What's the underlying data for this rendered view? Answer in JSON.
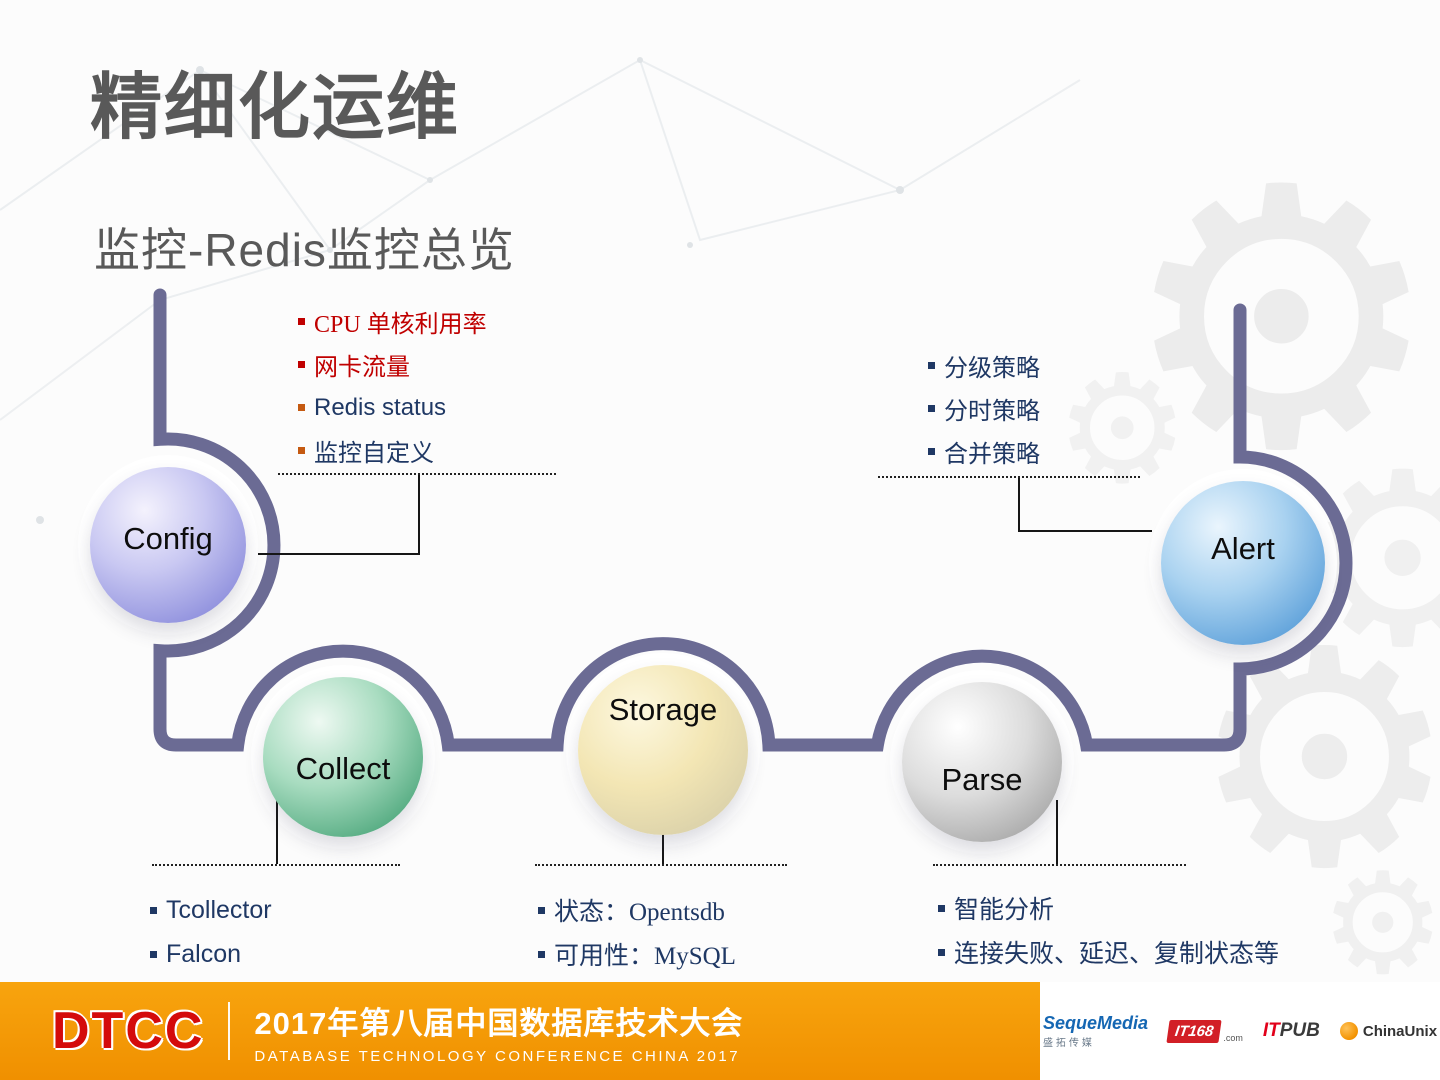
{
  "slide": {
    "title": "精细化运维",
    "subtitle": "监控-Redis监控总览"
  },
  "nodes": [
    {
      "id": "config",
      "label": "Config"
    },
    {
      "id": "collect",
      "label": "Collect"
    },
    {
      "id": "storage",
      "label": "Storage"
    },
    {
      "id": "parse",
      "label": "Parse"
    },
    {
      "id": "alert",
      "label": "Alert"
    }
  ],
  "lists": {
    "config": {
      "items": [
        {
          "text": "CPU 单核利用率",
          "tone": "red"
        },
        {
          "text": "网卡流量",
          "tone": "red"
        },
        {
          "text": "Redis status",
          "tone": "navy"
        },
        {
          "text": "监控自定义",
          "tone": "navy"
        }
      ]
    },
    "alert": {
      "items": [
        {
          "text": "分级策略",
          "tone": "navy"
        },
        {
          "text": "分时策略",
          "tone": "navy"
        },
        {
          "text": "合并策略",
          "tone": "navy"
        }
      ]
    },
    "collect": {
      "items": [
        {
          "text": "Tcollector",
          "tone": "navy"
        },
        {
          "text": "Falcon",
          "tone": "navy"
        }
      ]
    },
    "storage": {
      "items": [
        {
          "text": "状态：Opentsdb",
          "tone": "navy"
        },
        {
          "text": "可用性：MySQL",
          "tone": "navy"
        }
      ]
    },
    "parse": {
      "items": [
        {
          "text": "智能分析",
          "tone": "navy"
        },
        {
          "text": "连接失败、延迟、复制状态等",
          "tone": "navy"
        }
      ]
    }
  },
  "footer": {
    "logo_text": "DTCC",
    "title_cn": "2017年第八届中国数据库技术大会",
    "title_en": "DATABASE  TECHNOLOGY  CONFERENCE CHINA 2017",
    "partners": {
      "seque": {
        "name": "SequeMedia",
        "sub": "盛拓传媒"
      },
      "it168": {
        "name": "IT168",
        "sub": ".com"
      },
      "itpub": {
        "part1": "IT",
        "part2": "PUB"
      },
      "chinaunix": {
        "name": "ChinaUnix"
      }
    }
  },
  "colors": {
    "footer_orange": "#F59B00",
    "path_purple": "#6B6B94",
    "navy": "#1F3864",
    "red": "#C00000",
    "title_gray": "#595959"
  }
}
